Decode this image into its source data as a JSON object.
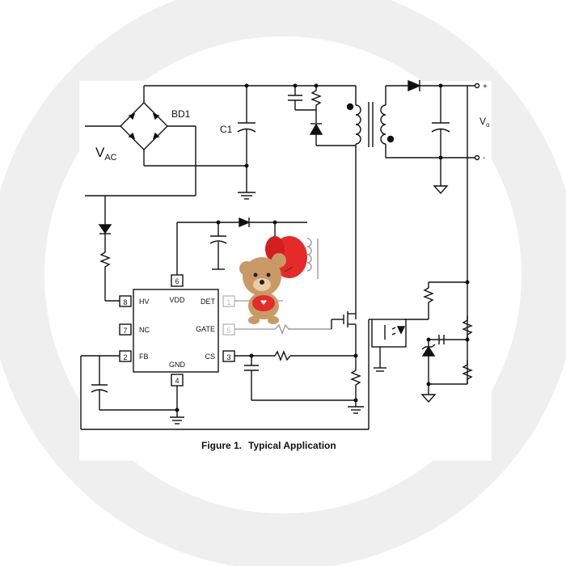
{
  "labels": {
    "bridge": "BD1",
    "capacitor": "C1",
    "vac_main": "V",
    "vac_sub": "AC",
    "vout_main": "V",
    "vout_sub": "o",
    "plus": "+",
    "minus": "-"
  },
  "ic": {
    "pins": {
      "p1": "1",
      "p2": "2",
      "p3": "3",
      "p4": "4",
      "p5": "5",
      "p6": "6",
      "p7": "7",
      "p8": "8"
    },
    "names": {
      "hv": "HV",
      "nc": "NC",
      "fb": "FB",
      "vdd": "VDD",
      "det": "DET",
      "gate": "GATE",
      "cs": "CS",
      "gnd": "GND"
    }
  },
  "caption": {
    "number": "Figure 1.",
    "title": "Typical Application"
  },
  "colors": {
    "line": "#111111",
    "ring": "#ebebeb",
    "bear_body": "#c99a66",
    "heart": "#e52a2a"
  }
}
